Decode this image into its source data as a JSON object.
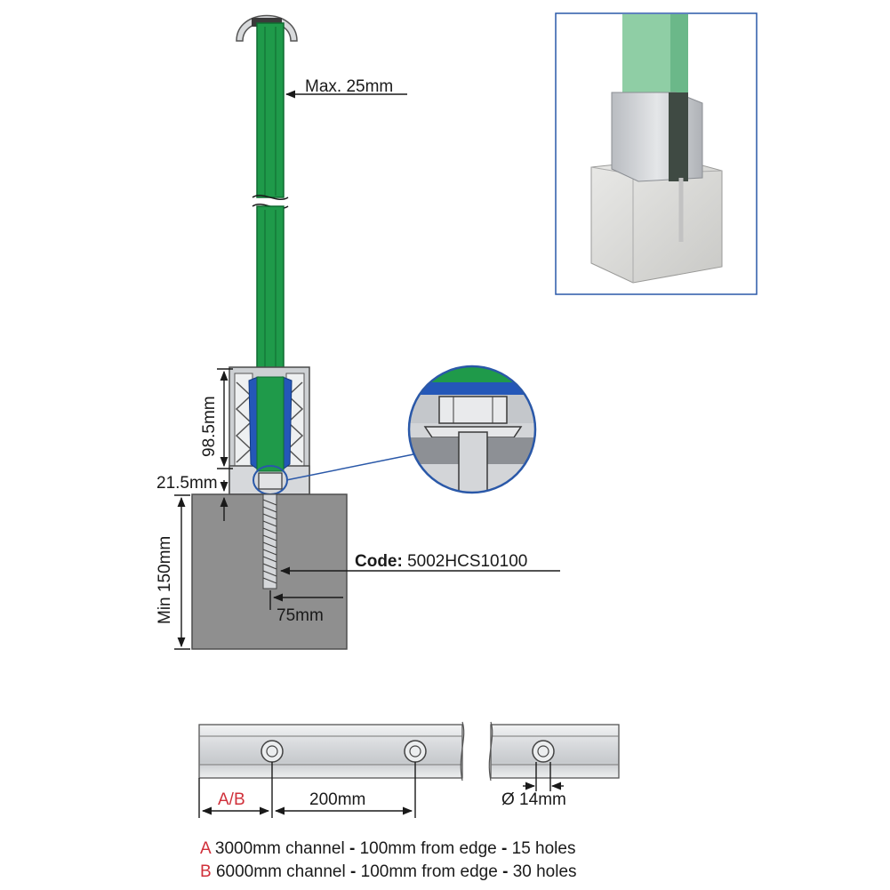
{
  "labels": {
    "max_glass": "Max. 25mm",
    "channel_height": "98.5mm",
    "base_offset": "21.5mm",
    "min_depth": "Min 150mm",
    "code_label": "Code:",
    "code_value": "5002HCS10100",
    "edge_distance": "75mm",
    "spacing_ab": "A/B",
    "spacing_200": "200mm",
    "hole_diameter": "Ø 14mm"
  },
  "legend": [
    {
      "letter": "A",
      "length": "3000mm channel",
      "edge": "100mm from edge",
      "holes": "15 holes"
    },
    {
      "letter": "B",
      "length": "6000mm channel",
      "edge": "100mm from edge",
      "holes": "30 holes"
    }
  ],
  "legend_separator": " - ",
  "colors": {
    "glass_green": "#1f9a4a",
    "gasket_blue": "#2457b8",
    "concrete_gray": "#8f8f8f",
    "aluminium": "#c9ccd0",
    "callout_blue": "#2a58a8",
    "accent_red": "#d0303a"
  }
}
